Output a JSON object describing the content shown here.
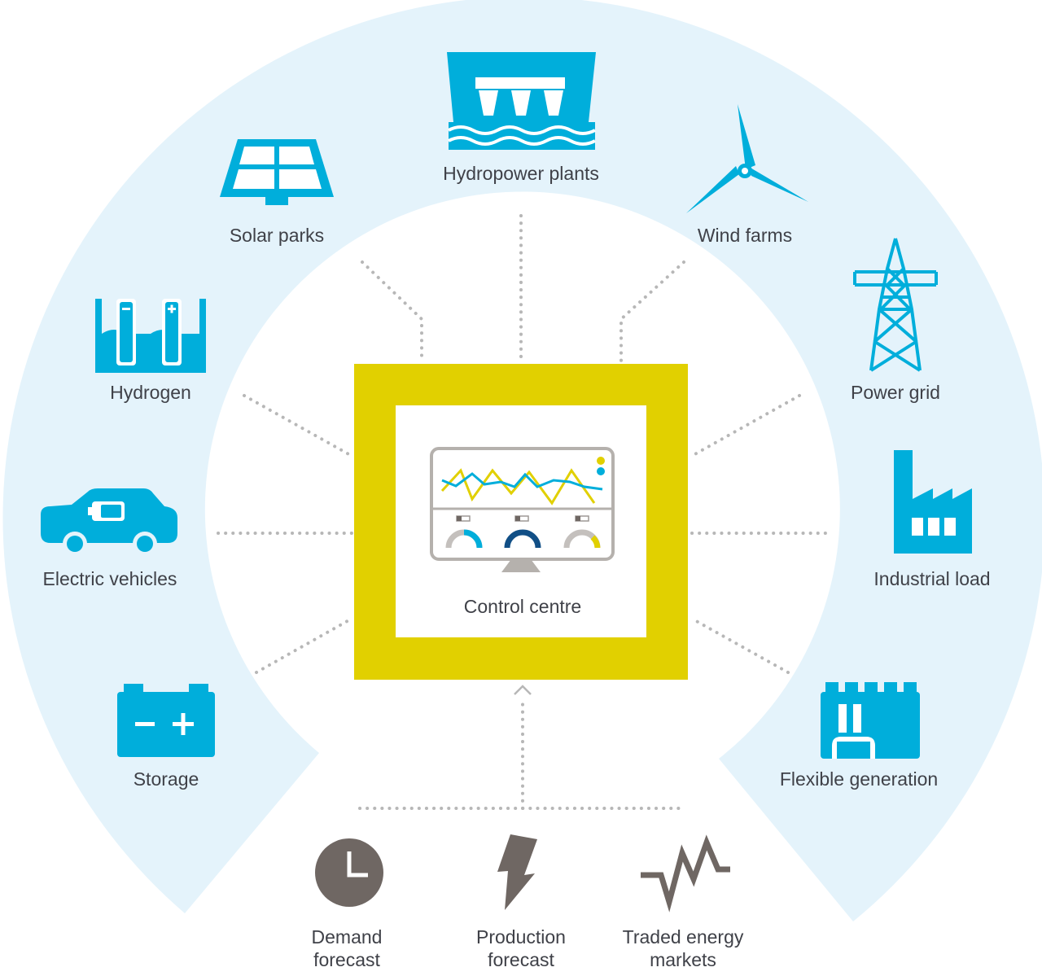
{
  "control_centre": {
    "label": "Control centre"
  },
  "nodes": {
    "hydropower": "Hydropower plants",
    "solar": "Solar parks",
    "wind": "Wind farms",
    "hydrogen": "Hydrogen",
    "power_grid": "Power grid",
    "electric_vehicles": "Electric vehicles",
    "industrial_load": "Industrial load",
    "storage": "Storage",
    "flexible_generation": "Flexible generation"
  },
  "inputs": {
    "demand": {
      "line1": "Demand",
      "line2": "forecast"
    },
    "production": {
      "line1": "Production",
      "line2": "forecast"
    },
    "markets": {
      "line1": "Traded energy",
      "line2": "markets"
    }
  },
  "colors": {
    "ring": "#e4f3fb",
    "icon_blue": "#00aedb",
    "frame_yellow": "#e1d000",
    "input_gray": "#6f6763",
    "connector": "#b7b7b7",
    "dark_blue": "#114f86"
  }
}
